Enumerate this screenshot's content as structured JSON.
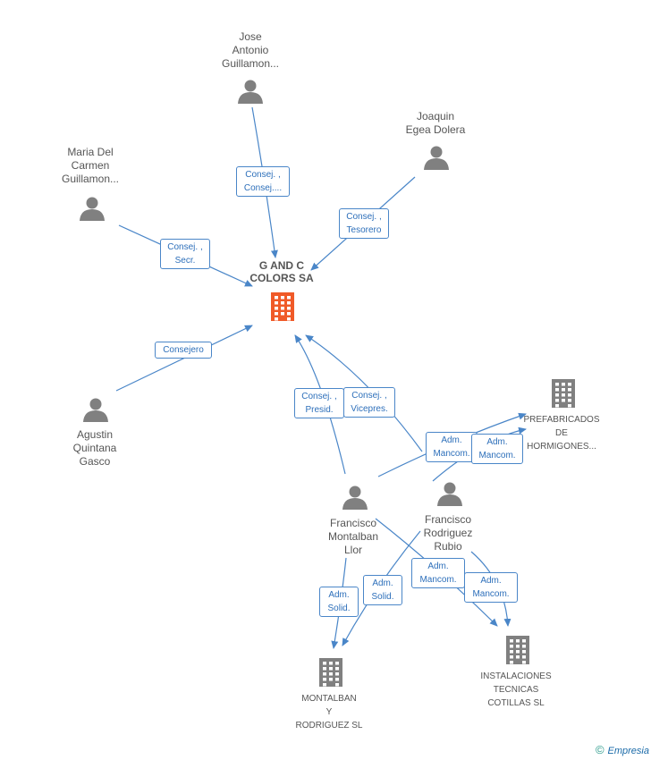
{
  "main_company": {
    "label_line1": "G AND C",
    "label_line2": "COLORS SA",
    "color": "#f05a28"
  },
  "persons": [
    {
      "id": "jose",
      "lines": [
        "Jose",
        "Antonio",
        "Guillamon..."
      ]
    },
    {
      "id": "joaquin",
      "lines": [
        "Joaquin",
        "Egea Dolera"
      ]
    },
    {
      "id": "maria",
      "lines": [
        "Maria Del",
        "Carmen",
        "Guillamon..."
      ]
    },
    {
      "id": "agustin",
      "lines": [
        "Agustin",
        "Quintana",
        "Gasco"
      ]
    },
    {
      "id": "francisco_m",
      "lines": [
        "Francisco",
        "Montalban",
        "Llor"
      ]
    },
    {
      "id": "francisco_r",
      "lines": [
        "Francisco",
        "Rodriguez",
        "Rubio"
      ]
    }
  ],
  "companies": [
    {
      "id": "prefabricados",
      "lines": [
        "PREFABRICADOS",
        "DE",
        "HORMIGONES..."
      ]
    },
    {
      "id": "montalban",
      "lines": [
        "MONTALBAN",
        "Y",
        "RODRIGUEZ SL"
      ]
    },
    {
      "id": "instalaciones",
      "lines": [
        "INSTALACIONES",
        "TECNICAS",
        "COTILLAS SL"
      ]
    }
  ],
  "roles": [
    {
      "id": "r_jose",
      "lines": [
        "Consej. ,",
        "Consej...."
      ]
    },
    {
      "id": "r_joaquin",
      "lines": [
        "Consej. ,",
        "Tesorero"
      ]
    },
    {
      "id": "r_maria",
      "lines": [
        "Consej. ,",
        "Secr."
      ]
    },
    {
      "id": "r_agustin",
      "lines": [
        "Consejero"
      ]
    },
    {
      "id": "r_fm_presid",
      "lines": [
        "Consej. ,",
        "Presid."
      ]
    },
    {
      "id": "r_fr_vicepres",
      "lines": [
        "Consej. ,",
        "Vicepres."
      ]
    },
    {
      "id": "r_fm_prefab",
      "lines": [
        "Adm.",
        "Mancom."
      ]
    },
    {
      "id": "r_fr_prefab",
      "lines": [
        "Adm.",
        "Mancom."
      ]
    },
    {
      "id": "r_fm_montalban",
      "lines": [
        "Adm.",
        "Solid."
      ]
    },
    {
      "id": "r_fr_montalban",
      "lines": [
        "Adm.",
        "Solid."
      ]
    },
    {
      "id": "r_fm_instal",
      "lines": [
        "Adm.",
        "Mancom."
      ]
    },
    {
      "id": "r_fr_instal",
      "lines": [
        "Adm.",
        "Mancom."
      ]
    }
  ],
  "colors": {
    "edge": "#4a86c8",
    "person_icon": "#808080",
    "company_icon": "#808080"
  },
  "footer": {
    "copyright": "©",
    "brand": "Empresia"
  }
}
